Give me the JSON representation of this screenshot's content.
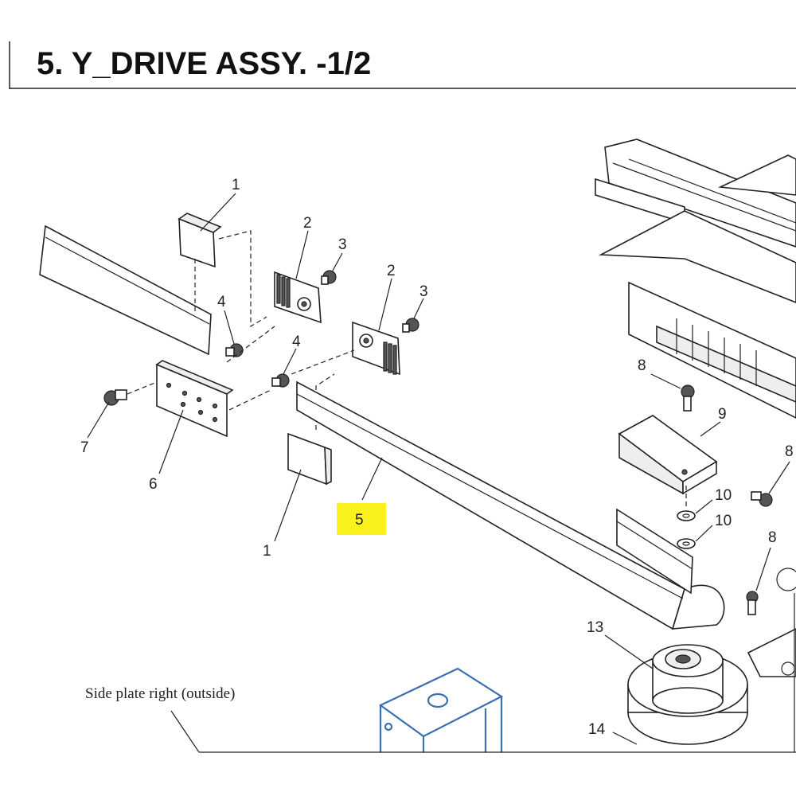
{
  "header": {
    "title": "5. Y_DRIVE ASSY. -1/2"
  },
  "callouts": {
    "c1_top": "1",
    "c1_bottom": "1",
    "c2_left": "2",
    "c2_right": "2",
    "c3_left": "3",
    "c3_right": "3",
    "c4_left": "4",
    "c4_right": "4",
    "c5": "5",
    "c6": "6",
    "c7": "7",
    "c8_top": "8",
    "c8_right": "8",
    "c8_bottom": "8",
    "c9": "9",
    "c10_top": "10",
    "c10_bottom": "10",
    "c13": "13",
    "c14": "14"
  },
  "annotations": {
    "side_plate": "Side plate right (outside)"
  },
  "colors": {
    "highlight": "#fbf21d",
    "line": "#222222",
    "blue_part": "#3a6fb0"
  }
}
